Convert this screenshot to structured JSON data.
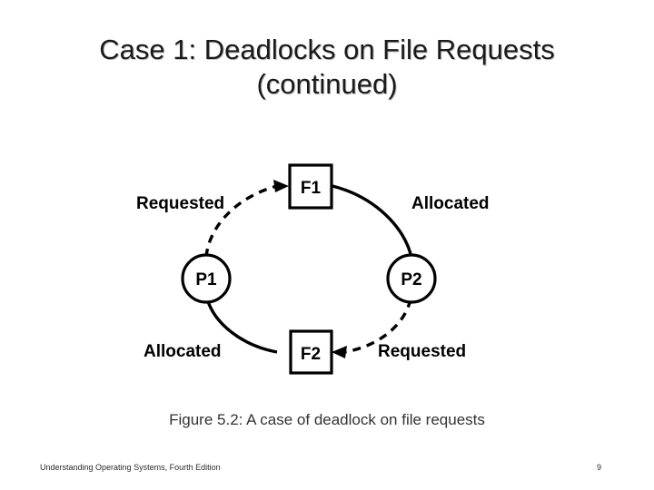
{
  "slide": {
    "title_line_1": "Case 1: Deadlocks on File Requests",
    "title_line_2": "(continued)",
    "caption": "Figure 5.2: A case of deadlock on file requests",
    "background_color": "#ffffff",
    "title_color": "#1a1a1a",
    "ink_color": "#000000"
  },
  "figure": {
    "type": "resource-allocation-graph",
    "nodes": [
      {
        "id": "F1",
        "label": "F1",
        "shape": "rectangle",
        "role": "file",
        "position": "top"
      },
      {
        "id": "P2",
        "label": "P2",
        "shape": "circle",
        "role": "process",
        "position": "right"
      },
      {
        "id": "F2",
        "label": "F2",
        "shape": "rectangle",
        "role": "file",
        "position": "bottom"
      },
      {
        "id": "P1",
        "label": "P1",
        "shape": "circle",
        "role": "process",
        "position": "left"
      }
    ],
    "edges": [
      {
        "from": "P1",
        "to": "F1",
        "label": "Requested",
        "style": "dashed",
        "label_position": "upper-left"
      },
      {
        "from": "F1",
        "to": "P2",
        "label": "Allocated",
        "style": "solid",
        "label_position": "upper-right"
      },
      {
        "from": "P2",
        "to": "F2",
        "label": "Requested",
        "style": "dashed",
        "label_position": "lower-right"
      },
      {
        "from": "F2",
        "to": "P1",
        "label": "Allocated",
        "style": "solid",
        "label_position": "lower-left"
      }
    ],
    "labels": {
      "upper_left": "Requested",
      "upper_right": "Allocated",
      "lower_left": "Allocated",
      "lower_right": "Requested"
    }
  },
  "footer": {
    "book": "Understanding Operating Systems, Fourth Edition",
    "page": "9"
  }
}
